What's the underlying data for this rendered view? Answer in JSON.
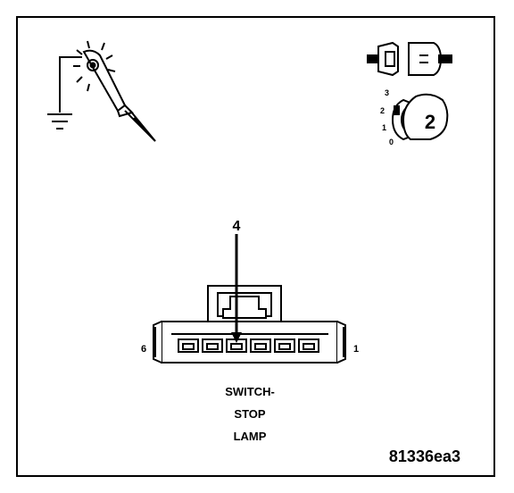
{
  "pin_callout": "4",
  "pin_left_label": "6",
  "pin_right_label": "1",
  "connector_name": [
    "SWITCH-",
    "STOP",
    "LAMP"
  ],
  "ignition": {
    "position_number": "2",
    "positions": [
      "3",
      "2",
      "1",
      "0"
    ]
  },
  "figure_id": "81336ea3",
  "icons": {
    "test_light": "test-light-probe-icon",
    "ground": "ground-symbol-icon",
    "connector_disconnect": "connector-disconnect-icon",
    "ignition_key": "ignition-key-icon"
  }
}
